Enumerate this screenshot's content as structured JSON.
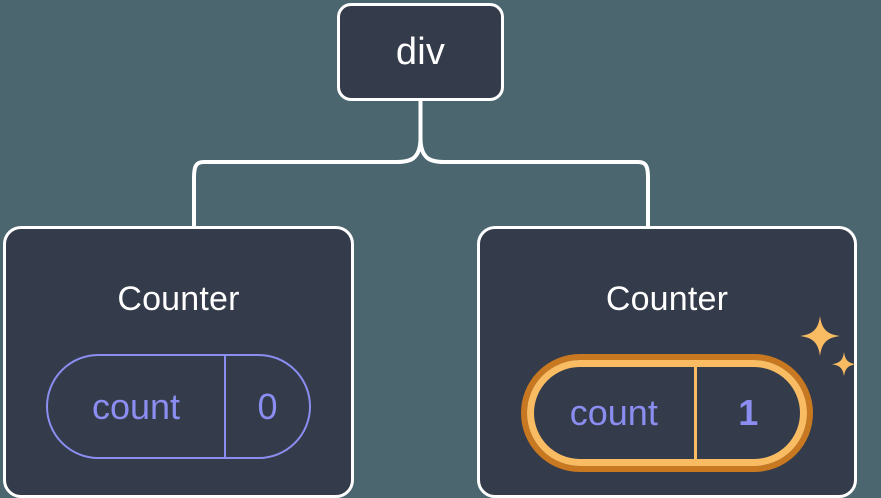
{
  "diagram": {
    "type": "component-tree",
    "background_color": "#4c6670",
    "node_fill_color": "#343b4a",
    "node_stroke_color": "#ffffff",
    "connector_color": "#ffffff",
    "accent_periwinkle": "#8b8ef0",
    "accent_amber_light": "#f9bc63",
    "accent_amber_dark": "#c87820",
    "root": {
      "label": "div"
    },
    "children": [
      {
        "title": "Counter",
        "highlighted": false,
        "state": {
          "key": "count",
          "value": "0"
        }
      },
      {
        "title": "Counter",
        "highlighted": true,
        "state": {
          "key": "count",
          "value": "1"
        },
        "sparkle_icons": [
          "sparkle-large",
          "sparkle-small"
        ]
      }
    ]
  }
}
